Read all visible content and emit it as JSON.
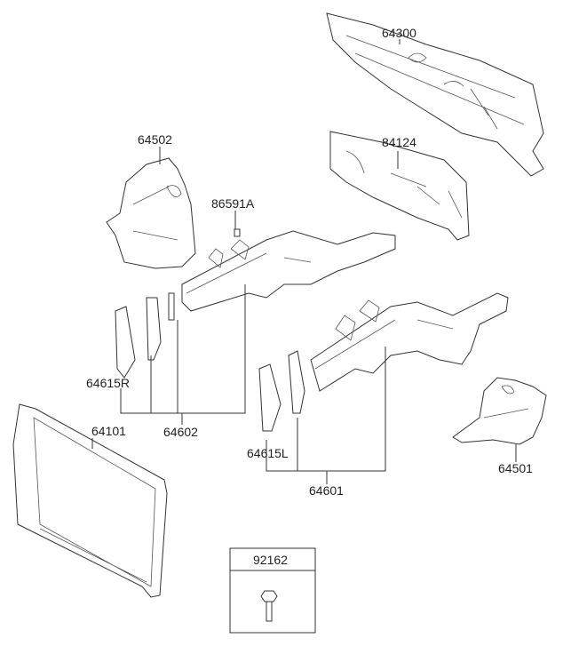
{
  "labels": {
    "p64300": "64300",
    "p84124": "84124",
    "p64502": "64502",
    "p86591A": "86591A",
    "p64615R": "64615R",
    "p64602": "64602",
    "p64101": "64101",
    "p64615L": "64615L",
    "p64601": "64601",
    "p64501": "64501",
    "p92162": "92162"
  }
}
